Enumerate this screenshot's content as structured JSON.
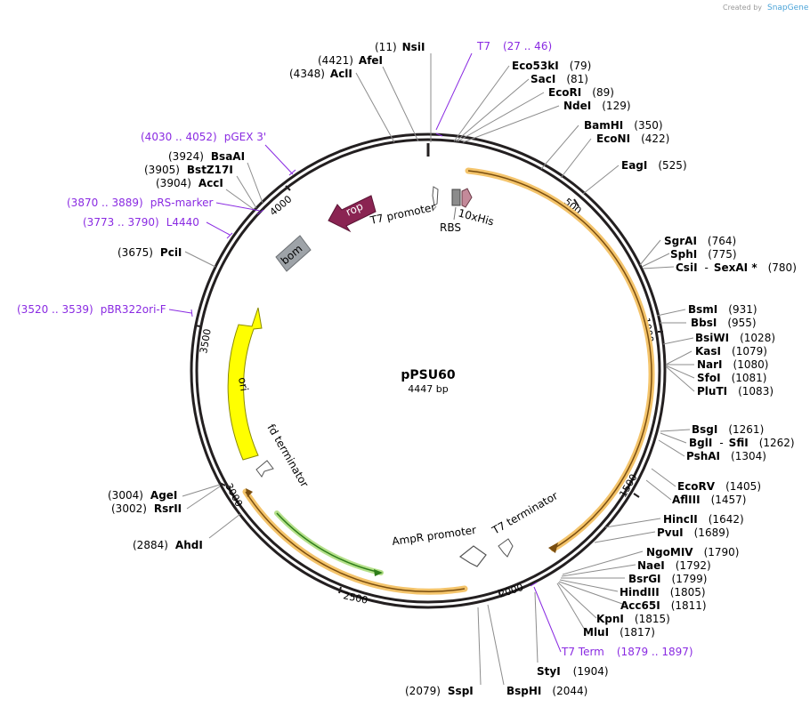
{
  "credit": {
    "prefix": "Created by",
    "brand": "SnapGene"
  },
  "plasmid": {
    "name": "pPSU60",
    "length_label": "4447 bp",
    "length": 4447
  },
  "ticks": [
    "500",
    "1000",
    "1500",
    "2000",
    "2500",
    "3000",
    "3500",
    "4000"
  ],
  "features": [
    {
      "name": "rop",
      "kind": "block"
    },
    {
      "name": "bom",
      "kind": "block"
    },
    {
      "name": "ori",
      "kind": "arc"
    },
    {
      "name": "T7 promoter",
      "kind": "label"
    },
    {
      "name": "RBS",
      "kind": "label"
    },
    {
      "name": "10xHis",
      "kind": "label"
    },
    {
      "name": "fd terminator",
      "kind": "label"
    },
    {
      "name": "AmpR promoter",
      "kind": "label"
    },
    {
      "name": "T7 terminator",
      "kind": "label"
    }
  ],
  "enzymes": [
    {
      "pos": "(11)",
      "name": "NsiI"
    },
    {
      "pos": "(4421)",
      "name": "AfeI"
    },
    {
      "pos": "(4348)",
      "name": "AclI"
    },
    {
      "name": "Eco53kI",
      "pos": "(79)"
    },
    {
      "name": "SacI",
      "pos": "(81)"
    },
    {
      "name": "EcoRI",
      "pos": "(89)"
    },
    {
      "name": "NdeI",
      "pos": "(129)"
    },
    {
      "name": "BamHI",
      "pos": "(350)"
    },
    {
      "name": "EcoNI",
      "pos": "(422)"
    },
    {
      "name": "EagI",
      "pos": "(525)"
    },
    {
      "name": "SgrAI",
      "pos": "(764)"
    },
    {
      "name": "SphI",
      "pos": "(775)"
    },
    {
      "name": "CsiI",
      "extra": "SexAI *",
      "pos": "(780)"
    },
    {
      "name": "BsmI",
      "pos": "(931)"
    },
    {
      "name": "BbsI",
      "pos": "(955)"
    },
    {
      "name": "BsiWI",
      "pos": "(1028)"
    },
    {
      "name": "KasI",
      "pos": "(1079)"
    },
    {
      "name": "NarI",
      "pos": "(1080)"
    },
    {
      "name": "SfoI",
      "pos": "(1081)"
    },
    {
      "name": "PluTI",
      "pos": "(1083)"
    },
    {
      "name": "BsgI",
      "pos": "(1261)"
    },
    {
      "name": "BglI",
      "extra": "SfiI",
      "pos": "(1262)"
    },
    {
      "name": "PshAI",
      "pos": "(1304)"
    },
    {
      "name": "EcoRV",
      "pos": "(1405)"
    },
    {
      "name": "AflIII",
      "pos": "(1457)"
    },
    {
      "name": "HincII",
      "pos": "(1642)"
    },
    {
      "name": "PvuI",
      "pos": "(1689)"
    },
    {
      "name": "NgoMIV",
      "pos": "(1790)"
    },
    {
      "name": "NaeI",
      "pos": "(1792)"
    },
    {
      "name": "BsrGI",
      "pos": "(1799)"
    },
    {
      "name": "HindIII",
      "pos": "(1805)"
    },
    {
      "name": "Acc65I",
      "pos": "(1811)"
    },
    {
      "name": "KpnI",
      "pos": "(1815)"
    },
    {
      "name": "MluI",
      "pos": "(1817)"
    },
    {
      "name": "StyI",
      "pos": "(1904)"
    },
    {
      "name": "BspHI",
      "pos": "(2044)"
    },
    {
      "pos": "(2079)",
      "name": "SspI"
    },
    {
      "pos": "(2884)",
      "name": "AhdI"
    },
    {
      "pos": "(3004)",
      "name": "AgeI"
    },
    {
      "pos": "(3002)",
      "name": "RsrII"
    },
    {
      "pos": "(3675)",
      "name": "PciI"
    },
    {
      "pos": "(3924)",
      "name": "BsaAI"
    },
    {
      "pos": "(3905)",
      "name": "BstZ17I"
    },
    {
      "pos": "(3904)",
      "name": "AccI"
    }
  ],
  "primers": [
    {
      "name": "T7",
      "range": "(27 .. 46)"
    },
    {
      "range": "(4030 .. 4052)",
      "name": "pGEX 3'"
    },
    {
      "range": "(3870 .. 3889)",
      "name": "pRS-marker"
    },
    {
      "range": "(3773 .. 3790)",
      "name": "L4440"
    },
    {
      "range": "(3520 .. 3539)",
      "name": "pBR322ori-F"
    },
    {
      "name": "T7 Term",
      "range": "(1879 .. 1897)"
    }
  ],
  "colors": {
    "backbone": "#231f20",
    "orf_glow": "#f4c46b",
    "orf_line": "#7a4e10",
    "green_arc": "#2e7d1a",
    "green_glow": "#b5e08a",
    "ori": "#ffff00",
    "rop": "#8a2452",
    "bom": "#9ea3a8",
    "his": "#c48a9a",
    "rbs": "#8c8c8c",
    "primer": "#8a2be2"
  }
}
